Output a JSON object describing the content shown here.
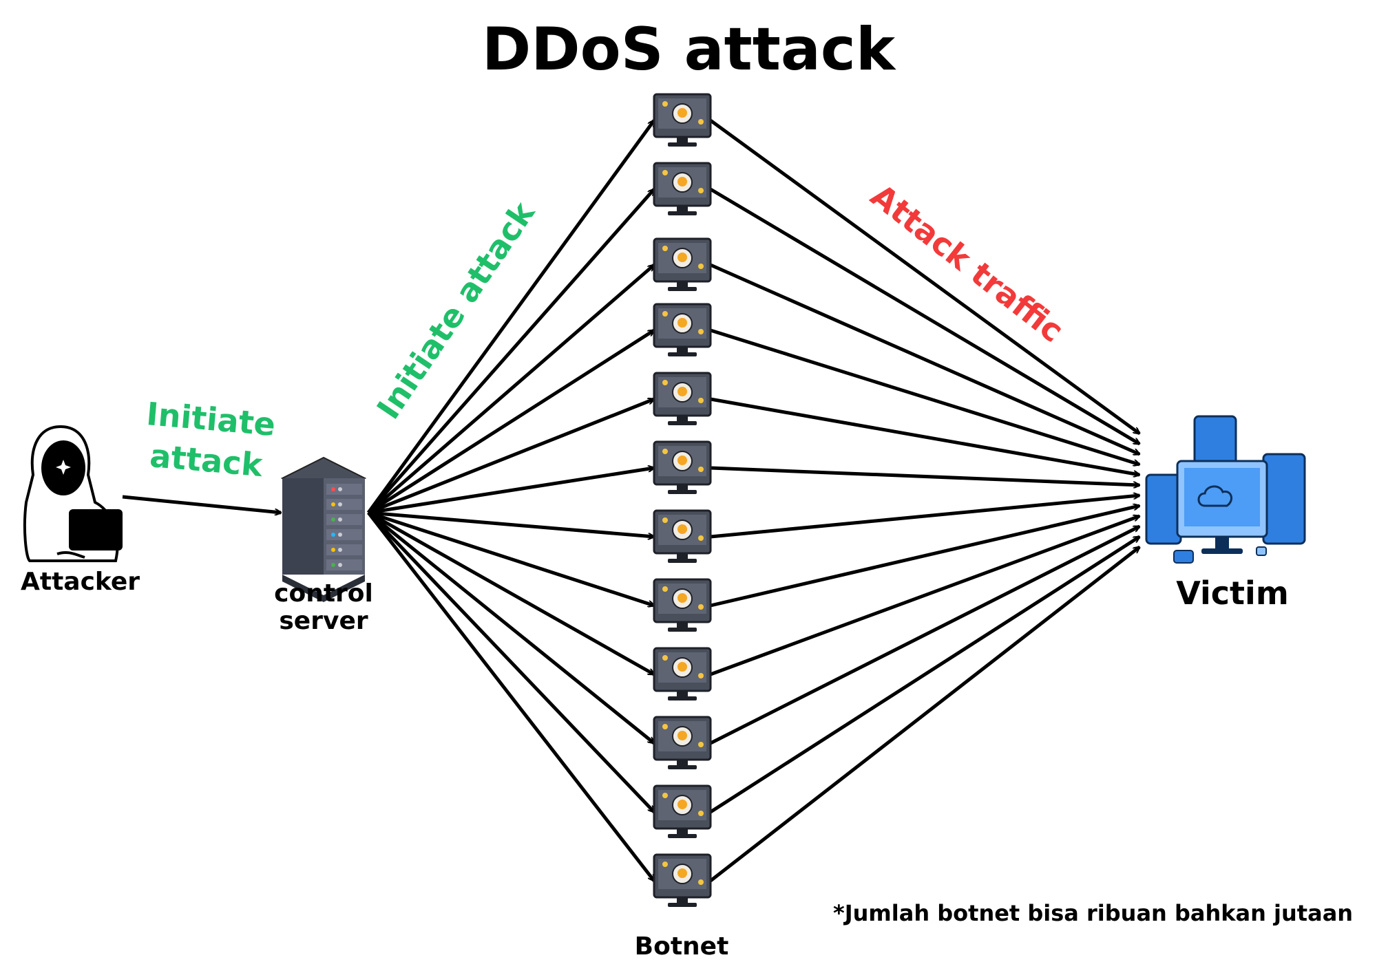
{
  "title": "DDoS attack",
  "nodes": {
    "attacker": "Attacker",
    "control_server_line1": "control",
    "control_server_line2": "server",
    "botnet": "Botnet",
    "victim": "Victim"
  },
  "edge_labels": {
    "attacker_to_server_line1": "Initiate",
    "attacker_to_server_line2": "attack",
    "server_to_botnet": "Initiate attack",
    "botnet_to_victim": "Attack traffic"
  },
  "footnote": "*Jumlah botnet bisa ribuan bahkan jutaan",
  "botnet_count": 12,
  "colors": {
    "initiate": "#1fbf6a",
    "attack": "#f23a3a",
    "arrow": "#000000",
    "monitor": "#4a4f5c",
    "skull": "#f5a623",
    "server": "#3d4250",
    "victim_blue": "#2f7fe0"
  }
}
